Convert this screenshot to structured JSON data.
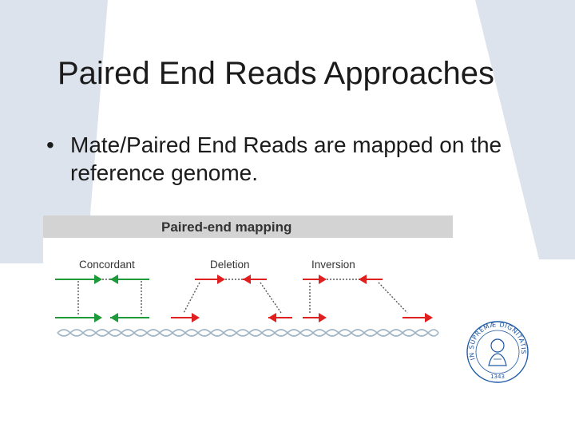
{
  "slide": {
    "title": "Paired End Reads Approaches",
    "bullet_marker": "•",
    "bullet_text": "Mate/Paired End Reads are mapped on the reference genome."
  },
  "figure": {
    "title": "Paired-end mapping",
    "panels": [
      {
        "label": "Concordant",
        "read_color": "#1f9a3a"
      },
      {
        "label": "Deletion",
        "read_color": "#e02020"
      },
      {
        "label": "Inversion",
        "read_color": "#e02020"
      }
    ]
  },
  "logo": {
    "name": "university-seal",
    "text": "IN SUPREMAE DIGNITATIS 1343",
    "color": "#1f5aa6"
  },
  "colors": {
    "background_panel": "#dce3ec",
    "genome_strand": "#9fb4c4"
  }
}
